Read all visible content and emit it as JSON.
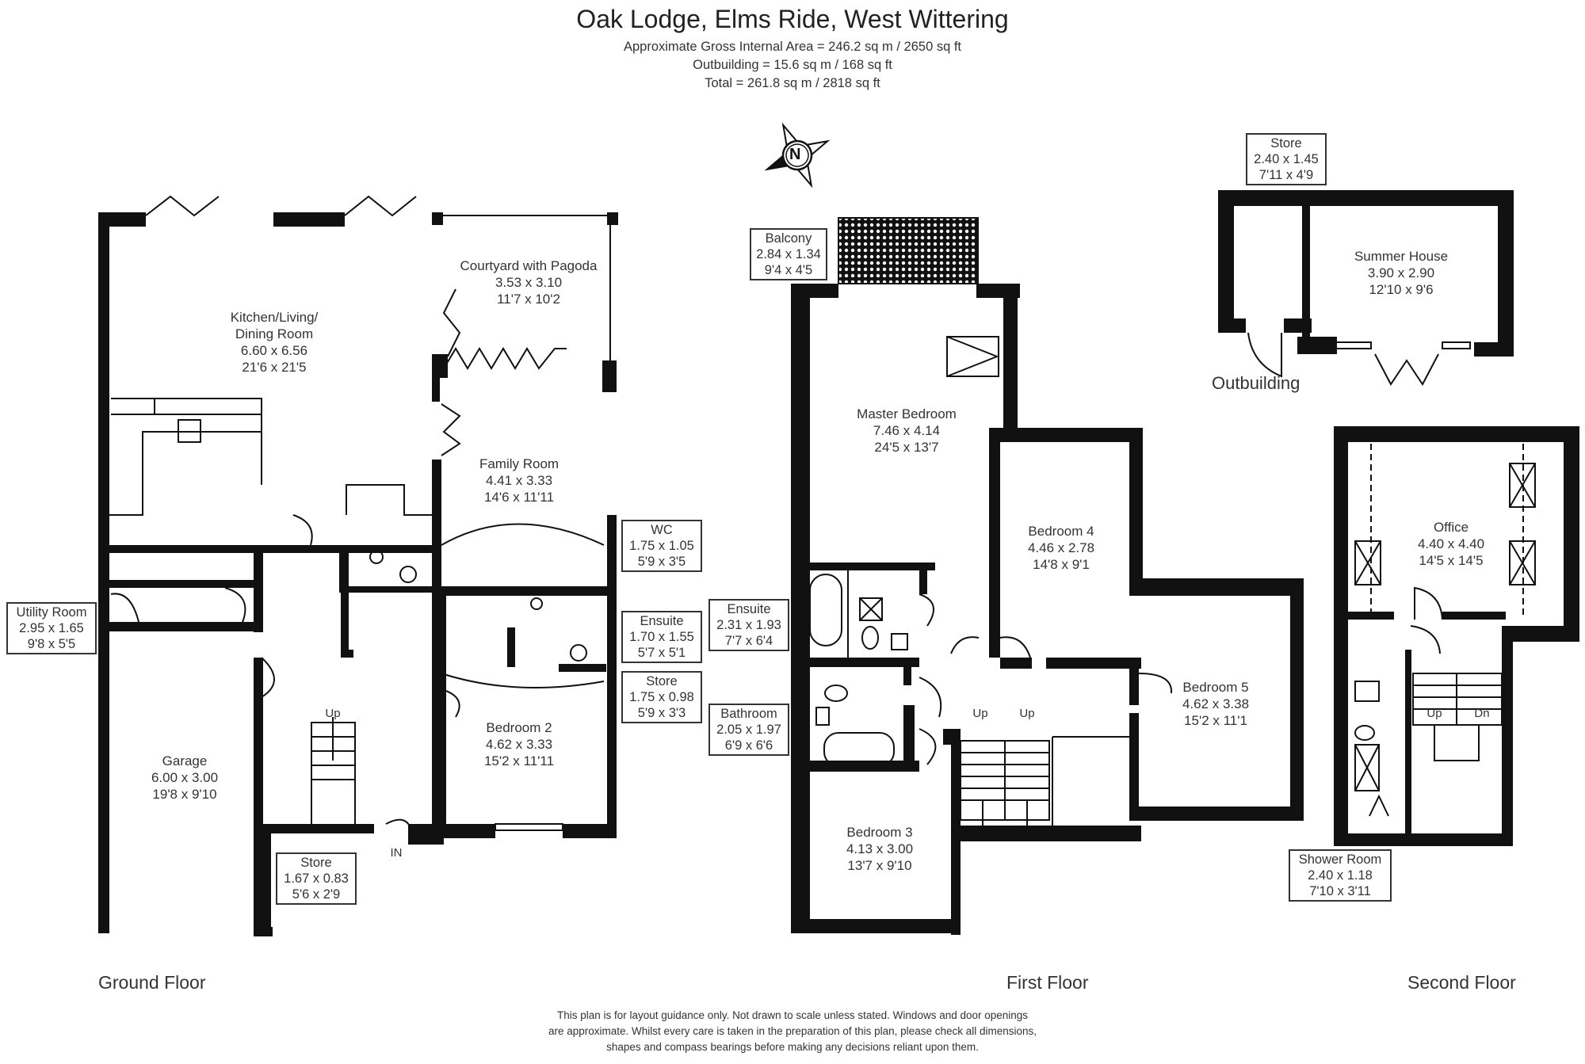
{
  "header": {
    "title": "Oak Lodge, Elms Ride, West Wittering",
    "gross_internal_area": "Approximate Gross Internal Area = 246.2 sq m / 2650 sq ft",
    "outbuilding_area": "Outbuilding = 15.6 sq m / 168 sq ft",
    "total_area": "Total = 261.8 sq m / 2818 sq ft"
  },
  "compass": {
    "label": "N"
  },
  "ground_floor": {
    "label": "Ground Floor",
    "rooms": [
      {
        "name": "Kitchen/Living/",
        "name2": "Dining Room",
        "metric": "6.60 x 6.56",
        "imperial": "21'6 x 21'5"
      },
      {
        "name": "Courtyard with Pagoda",
        "metric": "3.53 x 3.10",
        "imperial": "11'7 x 10'2"
      },
      {
        "name": "Family Room",
        "metric": "4.41 x 3.33",
        "imperial": "14'6 x 11'11"
      },
      {
        "name": "Utility Room",
        "metric": "2.95 x 1.65",
        "imperial": "9'8 x 5'5"
      },
      {
        "name": "Garage",
        "metric": "6.00 x 3.00",
        "imperial": "19'8 x 9'10"
      },
      {
        "name": "Bedroom 2",
        "metric": "4.62 x 3.33",
        "imperial": "15'2 x 11'11"
      },
      {
        "name": "Store",
        "metric": "1.67 x 0.83",
        "imperial": "5'6 x 2'9"
      },
      {
        "name": "WC",
        "metric": "1.75 x 1.05",
        "imperial": "5'9 x 3'5"
      },
      {
        "name": "Ensuite",
        "metric": "1.70 x 1.55",
        "imperial": "5'7 x 5'1"
      },
      {
        "name": "Store",
        "metric": "1.75 x 0.98",
        "imperial": "5'9 x 3'3"
      }
    ],
    "stairs_label": "Up",
    "entrance_label": "IN"
  },
  "first_floor": {
    "label": "First Floor",
    "rooms": [
      {
        "name": "Balcony",
        "metric": "2.84 x 1.34",
        "imperial": "9'4 x 4'5"
      },
      {
        "name": "Master Bedroom",
        "metric": "7.46 x 4.14",
        "imperial": "24'5 x 13'7"
      },
      {
        "name": "Ensuite",
        "metric": "2.31 x 1.93",
        "imperial": "7'7 x 6'4"
      },
      {
        "name": "Bathroom",
        "metric": "2.05 x 1.97",
        "imperial": "6'9 x 6'6"
      },
      {
        "name": "Bedroom 4",
        "metric": "4.46 x 2.78",
        "imperial": "14'8 x 9'1"
      },
      {
        "name": "Bedroom 5",
        "metric": "4.62 x 3.38",
        "imperial": "15'2 x 11'1"
      },
      {
        "name": "Bedroom 3",
        "metric": "4.13 x 3.00",
        "imperial": "13'7 x 9'10"
      }
    ],
    "stairs_labels": [
      "Up",
      "Up"
    ]
  },
  "outbuilding": {
    "label": "Outbuilding",
    "rooms": [
      {
        "name": "Store",
        "metric": "2.40 x 1.45",
        "imperial": "7'11 x 4'9"
      },
      {
        "name": "Summer House",
        "metric": "3.90 x 2.90",
        "imperial": "12'10 x 9'6"
      }
    ]
  },
  "second_floor": {
    "label": "Second Floor",
    "rooms": [
      {
        "name": "Office",
        "metric": "4.40 x 4.40",
        "imperial": "14'5 x 14'5"
      },
      {
        "name": "Shower Room",
        "metric": "2.40 x 1.18",
        "imperial": "7'10 x 3'11"
      }
    ],
    "stairs_labels": [
      "Up",
      "Dn"
    ]
  },
  "disclaimer": {
    "line1": "This plan is for layout guidance only. Not drawn to scale unless stated. Windows and door openings",
    "line2": "are approximate. Whilst every care is taken in the preparation of this plan, please check all dimensions,",
    "line3": "shapes and compass bearings before making any decisions reliant upon them."
  }
}
